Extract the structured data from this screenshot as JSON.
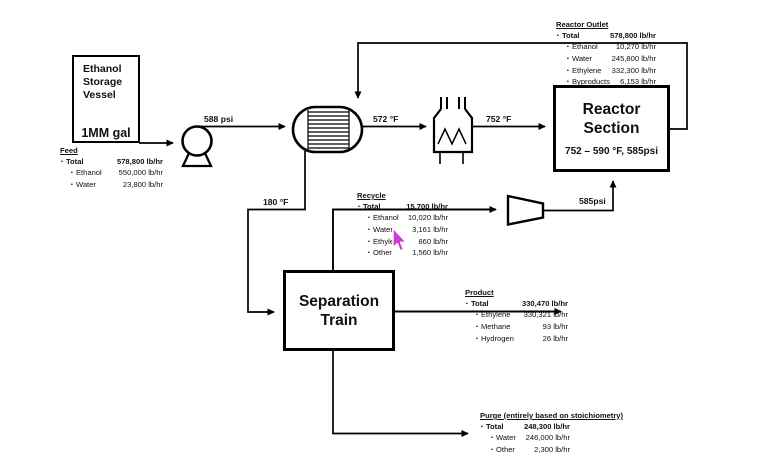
{
  "equipment": {
    "storage_vessel": {
      "name": "Ethanol Storage Vessel",
      "capacity": "1MM gal"
    },
    "reactor": {
      "title": "Reactor Section",
      "conditions": "752 – 590 °F, 585psi"
    },
    "separation_train": {
      "title": "Separation Train"
    }
  },
  "annotations": {
    "pump_discharge_pressure": "588 psi",
    "exchanger_outlet_temp": "572 °F",
    "furnace_outlet_temp": "752 °F",
    "cold_stream_temp": "180 °F",
    "compressor_discharge_pressure": "585psi"
  },
  "streams": {
    "feed": {
      "title": "Feed",
      "rows": [
        {
          "label": "Total",
          "value": "578,800 lb/hr"
        },
        {
          "label": "Ethanol",
          "value": "550,000 lb/hr"
        },
        {
          "label": "Water",
          "value": "23,800 lb/hr"
        }
      ]
    },
    "reactor_outlet": {
      "title": "Reactor Outlet",
      "rows": [
        {
          "label": "Total",
          "value": "578,800 lb/hr"
        },
        {
          "label": "Ethanol",
          "value": "10,270 lb/hr"
        },
        {
          "label": "Water",
          "value": "245,800 lb/hr"
        },
        {
          "label": "Ethylene",
          "value": "332,300 lb/hr"
        },
        {
          "label": "Byproducts",
          "value": "6,153 lb/hr"
        }
      ]
    },
    "recycle": {
      "title": "Recycle",
      "rows": [
        {
          "label": "Total",
          "value": "15,700 lb/hr"
        },
        {
          "label": "Ethanol",
          "value": "10,020 lb/hr"
        },
        {
          "label": "Water",
          "value": "3,161 lb/hr"
        },
        {
          "label": "Ethylene",
          "value": "860 lb/hr"
        },
        {
          "label": "Other",
          "value": "1,560 lb/hr"
        }
      ]
    },
    "product": {
      "title": "Product",
      "rows": [
        {
          "label": "Total",
          "value": "330,470 lb/hr"
        },
        {
          "label": "Ethylene",
          "value": "330,321 lb/hr"
        },
        {
          "label": "Methane",
          "value": "93 lb/hr"
        },
        {
          "label": "Hydrogen",
          "value": "26 lb/hr"
        }
      ]
    },
    "purge": {
      "title": "Purge (entirely based on stoichiometry)",
      "rows": [
        {
          "label": "Total",
          "value": "248,300 lb/hr"
        },
        {
          "label": "Water",
          "value": "246,000 lb/hr"
        },
        {
          "label": "Other",
          "value": "2,300 lb/hr"
        }
      ]
    }
  },
  "cursor": {
    "color": "#c93fd3"
  },
  "bullet_glyph": "▪"
}
